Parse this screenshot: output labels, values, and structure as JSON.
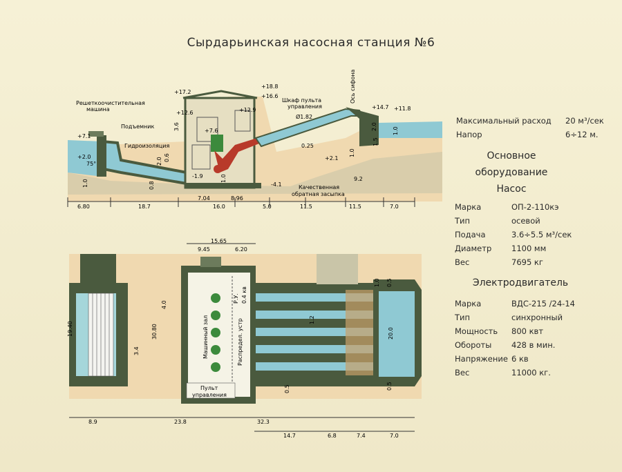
{
  "title": "Сырдарьинская насосная  станция №6",
  "specs_top": [
    {
      "label": "Максимальный расход",
      "value": "20 м³/сек"
    },
    {
      "label": "Напор",
      "value": "6÷12 м."
    }
  ],
  "section_main": "Основное",
  "section_main2": "оборудование",
  "pump_header": "Насос",
  "pump": [
    {
      "label": "Марка",
      "value": "ОП-2-110кэ"
    },
    {
      "label": "Тип",
      "value": "осевой"
    },
    {
      "label": "Подача",
      "value": "3.6÷5.5 м³/сек"
    },
    {
      "label": "Диаметр",
      "value": "1100 мм"
    },
    {
      "label": "Вес",
      "value": "7695 кг"
    }
  ],
  "motor_header": "Электродвигатель",
  "motor": [
    {
      "label": "Марка",
      "value": "ВДС-215 /24-14"
    },
    {
      "label": "Тип",
      "value": "синхронный"
    },
    {
      "label": "Мощность",
      "value": "800 квт"
    },
    {
      "label": "Обороты",
      "value": "428 в мин."
    },
    {
      "label": "Напряжение",
      "value": "6 кв"
    },
    {
      "label": "Вес",
      "value": "11000 кг."
    }
  ],
  "section_labels": {
    "screen": "Решеткоочистительная",
    "screen2": "машина",
    "hoist": "Подъемник",
    "waterproof": "Гидроизоляция",
    "panel": "Шкаф пульта",
    "panel2": "управления",
    "siphon": "Ось сифона",
    "backfill": "Качественная",
    "backfill2": "обратная засыпка",
    "pipe_d": "Ø1.82",
    "slope": "0.25",
    "angle": "75°"
  },
  "section_levels": {
    "l172": "+17.2",
    "l188": "+18.8",
    "l166": "+16.6",
    "l126": "+12.6",
    "l129": "+12.9",
    "l71": "+7.1",
    "l20": "+2.0",
    "l76": "+7.6",
    "l147": "+14.7",
    "l118": "+11.8",
    "l21": "+2.1",
    "l41": "-4.1",
    "l19": "-1.9",
    "l36": "3.6"
  },
  "section_dims": {
    "d1": "6.80",
    "d2": "18.7",
    "d3": "16.0",
    "d4": "5.0",
    "d5": "11.5",
    "d6": "11.5",
    "d7": "7.0",
    "d8": "7.04",
    "d9": "8.96",
    "d10": "9.2",
    "d11": "1.0",
    "d12": "2.0",
    "d13": "0.8",
    "d14": "0.6",
    "d15": "1.0",
    "d16": "1.5",
    "d17": "1.0",
    "d18": "2.0",
    "d19": "1.0"
  },
  "plan_labels": {
    "hall": "Машинный зал",
    "ru": "Р.У.",
    "ru_kv": "0.4 кв",
    "rs": "Распредел. устр",
    "console": "Пульт",
    "console2": "управления"
  },
  "plan_dims": {
    "p1": "15.65",
    "p2": "9.45",
    "p3": "6.20",
    "p4": "19.40",
    "p5": "30.80",
    "p6": "20.0",
    "p7": "8.9",
    "p8": "23.8",
    "p9": "32.3",
    "p10": "14.7",
    "p11": "6.8",
    "p12": "7.4",
    "p13": "7.0",
    "p14": "3.4",
    "p15": "4.0",
    "p16": "0.5",
    "p17": "1.2",
    "p18": "0.5",
    "p19": "1.0",
    "p20": "0.5"
  },
  "colors": {
    "water": "#8fc9d3",
    "concrete": "#4a5a3e",
    "soil": "#f0d9b0",
    "pipe_red": "#b83a2a",
    "pump_green": "#3c8a3c"
  }
}
